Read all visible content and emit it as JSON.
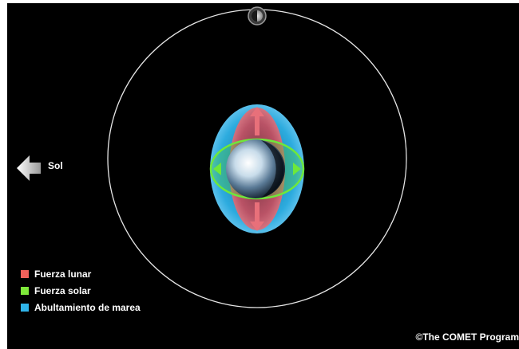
{
  "sun": {
    "label": "Sol",
    "arrow_icon": "left-arrow-icon"
  },
  "moon": {
    "icon": "moon-icon"
  },
  "legend": {
    "items": [
      {
        "label": "Fuerza lunar",
        "color": "#f0605a"
      },
      {
        "label": "Fuerza solar",
        "color": "#7ee83a"
      },
      {
        "label": "Abultamiento de marea",
        "color": "#2fb4ea"
      }
    ]
  },
  "credit": "©The COMET Program",
  "colors": {
    "background": "#000000",
    "orbit": "#ffffff",
    "lunar_force": "#e8505a",
    "solar_force": "#6ee83a",
    "tidal_bulge": "#2fb4ea"
  }
}
